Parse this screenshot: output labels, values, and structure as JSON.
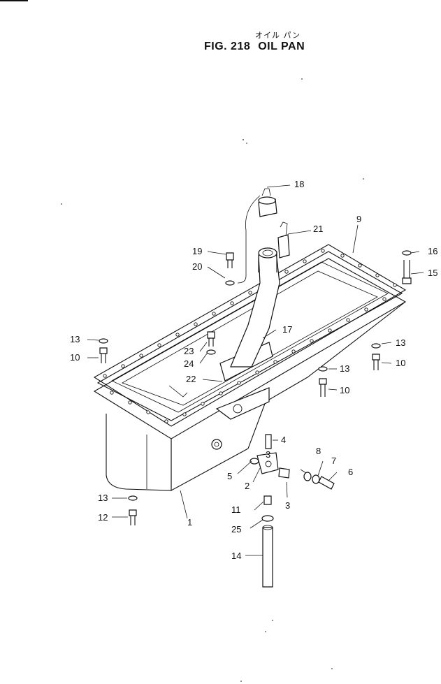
{
  "header": {
    "title_jp": "オイル パン",
    "fig_label": "FIG. 218",
    "title": "OIL  PAN"
  },
  "callouts": [
    "1",
    "2",
    "3",
    "3",
    "4",
    "5",
    "6",
    "7",
    "8",
    "9",
    "10",
    "10",
    "10",
    "11",
    "12",
    "13",
    "13",
    "13",
    "13",
    "14",
    "15",
    "16",
    "17",
    "18",
    "19",
    "20",
    "21",
    "22",
    "23",
    "24",
    "25"
  ]
}
